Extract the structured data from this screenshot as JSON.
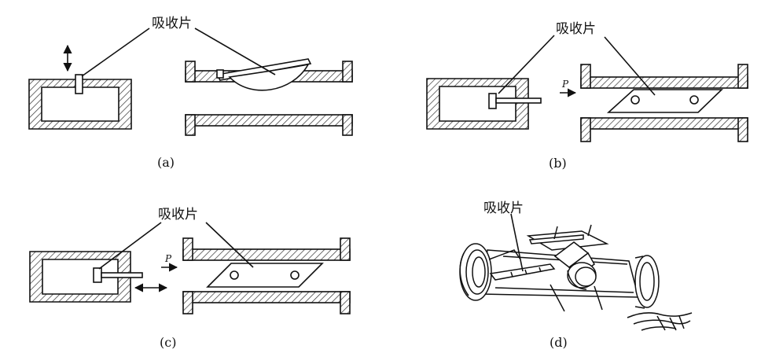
{
  "labels": {
    "absorber_a": "吸收片",
    "absorber_b": "吸收片",
    "absorber_c": "吸收片",
    "absorber_d": "吸收片"
  },
  "captions": {
    "a": "(a)",
    "b": "(b)",
    "c": "(c)",
    "d": "(d)"
  },
  "power_symbols": {
    "b": "P",
    "c": "P"
  }
}
